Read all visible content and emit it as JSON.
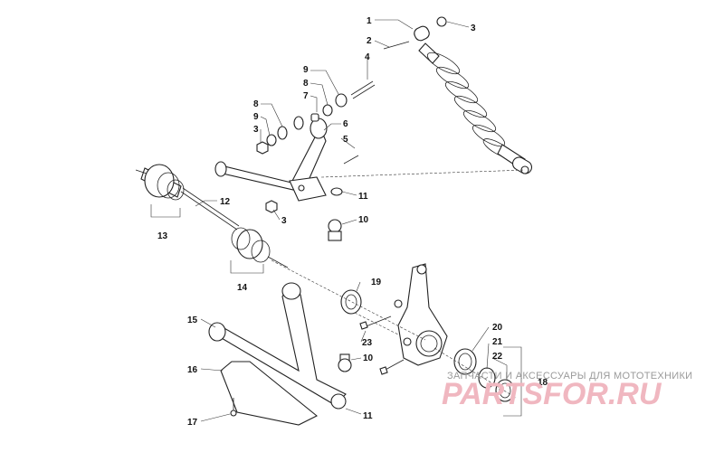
{
  "callouts": [
    "1",
    "2",
    "3",
    "4",
    "5",
    "6",
    "7",
    "8",
    "9",
    "10",
    "11",
    "12",
    "13",
    "14",
    "15",
    "16",
    "17",
    "18",
    "19",
    "20",
    "21",
    "22",
    "23"
  ],
  "watermark": {
    "subtitle": "ЗАПЧАСТИ И АКСЕССУАРЫ ДЛЯ МОТОТЕХНИКИ",
    "logo": "PARTSFOR.RU",
    "color": "#f0b7c0"
  },
  "colors": {
    "ink": "#222222",
    "background": "#ffffff"
  }
}
